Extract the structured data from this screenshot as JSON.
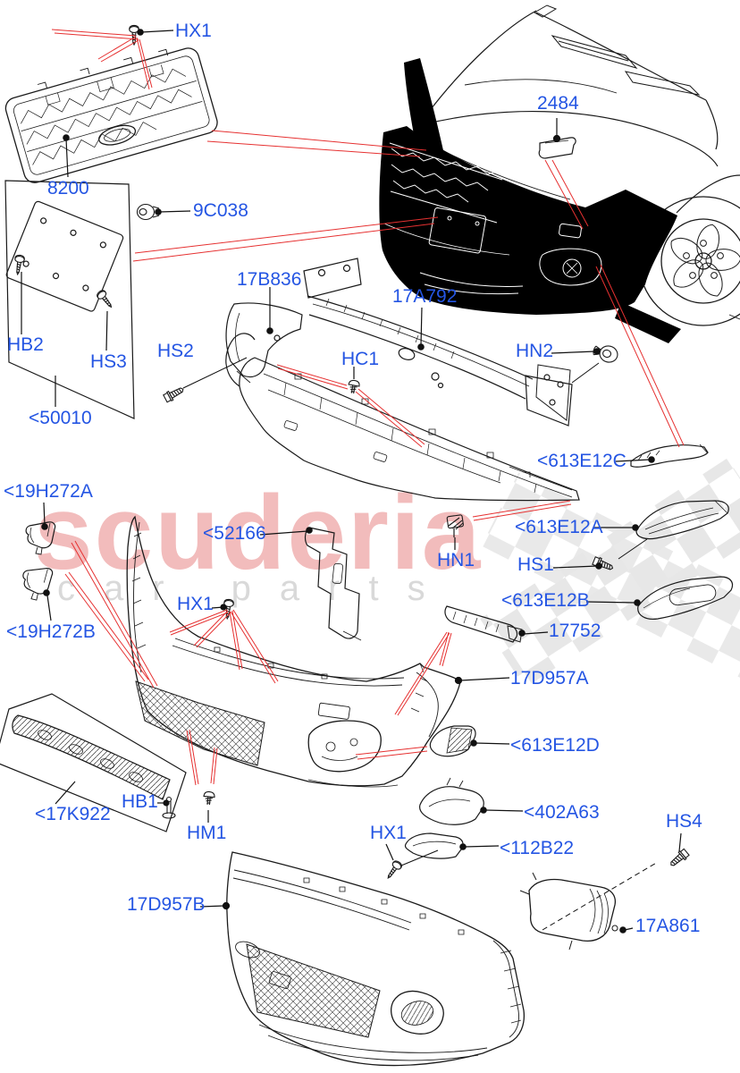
{
  "watermark": {
    "brand": "scuderia",
    "tagline": "car parts",
    "brand_color": "#f2bcbc",
    "tagline_color": "#d9d9d9",
    "flag_color": "#e3e3e3"
  },
  "diagram": {
    "label_color": "#2455e3",
    "leader_line_color": "#e63131",
    "drawing_line_color": "#1a1a1a",
    "labels": [
      {
        "id": "hx1-top",
        "text": "HX1"
      },
      {
        "id": "8200",
        "text": "8200"
      },
      {
        "id": "9c038",
        "text": "9C038"
      },
      {
        "id": "2484",
        "text": "2484"
      },
      {
        "id": "17b836",
        "text": "17B836"
      },
      {
        "id": "17a792",
        "text": "17A792"
      },
      {
        "id": "hb2",
        "text": "HB2"
      },
      {
        "id": "hs3",
        "text": "HS3"
      },
      {
        "id": "hs2",
        "text": "HS2"
      },
      {
        "id": "hc1",
        "text": "HC1"
      },
      {
        "id": "hn2",
        "text": "HN2"
      },
      {
        "id": "50010",
        "text": "<50010"
      },
      {
        "id": "613e12c",
        "text": "<613E12C"
      },
      {
        "id": "19h272a",
        "text": "<19H272A"
      },
      {
        "id": "52166",
        "text": "<52166"
      },
      {
        "id": "613e12a",
        "text": "<613E12A"
      },
      {
        "id": "hn1",
        "text": "HN1"
      },
      {
        "id": "hs1",
        "text": "HS1"
      },
      {
        "id": "613e12b",
        "text": "<613E12B"
      },
      {
        "id": "19h272b",
        "text": "<19H272B"
      },
      {
        "id": "17752",
        "text": "17752"
      },
      {
        "id": "17d957a",
        "text": "17D957A"
      },
      {
        "id": "613e12d",
        "text": "<613E12D"
      },
      {
        "id": "17k922",
        "text": "<17K922"
      },
      {
        "id": "hb1",
        "text": "HB1"
      },
      {
        "id": "hm1",
        "text": "HM1"
      },
      {
        "id": "402a63",
        "text": "<402A63"
      },
      {
        "id": "hx1-mid",
        "text": "HX1"
      },
      {
        "id": "hx1-bottom",
        "text": "HX1"
      },
      {
        "id": "112b22",
        "text": "<112B22"
      },
      {
        "id": "hs4",
        "text": "HS4"
      },
      {
        "id": "17d957b",
        "text": "17D957B"
      },
      {
        "id": "17a861",
        "text": "17A861"
      }
    ]
  }
}
